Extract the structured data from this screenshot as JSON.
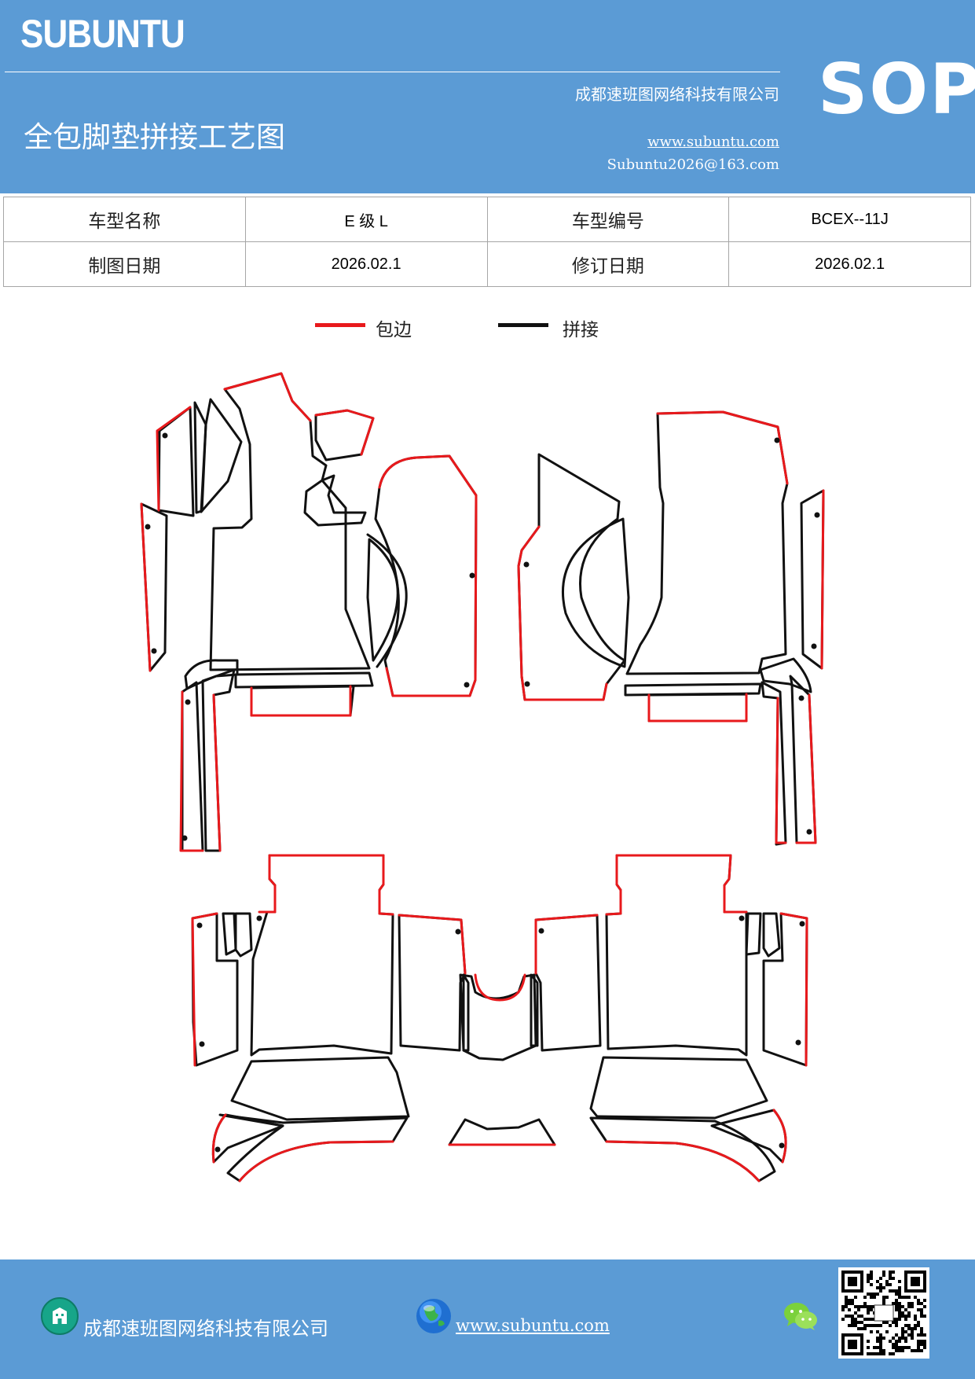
{
  "header": {
    "brand": "SUBUNTU",
    "company": "成都速班图网络科技有限公司",
    "title": "全包脚垫拼接工艺图",
    "website": "www.subuntu.com",
    "email": "Subuntu2026@163.com",
    "badge": "SOP"
  },
  "info_table": {
    "rows": [
      {
        "label1": "车型名称",
        "value1": "E 级 L",
        "label2": "车型编号",
        "value2": "BCEX--11J"
      },
      {
        "label1": "制图日期",
        "value1": "2026.02.1",
        "label2": "修订日期",
        "value2": "2026.02.1"
      }
    ]
  },
  "legend": [
    {
      "label": "包边",
      "color": "#e8191c"
    },
    {
      "label": "拼接",
      "color": "#111111"
    }
  ],
  "footer": {
    "company": "成都速班图网络科技有限公司",
    "website": "www.subuntu.com"
  },
  "icons": [
    "building-icon",
    "globe-icon",
    "wechat-icon",
    "qr-code"
  ]
}
